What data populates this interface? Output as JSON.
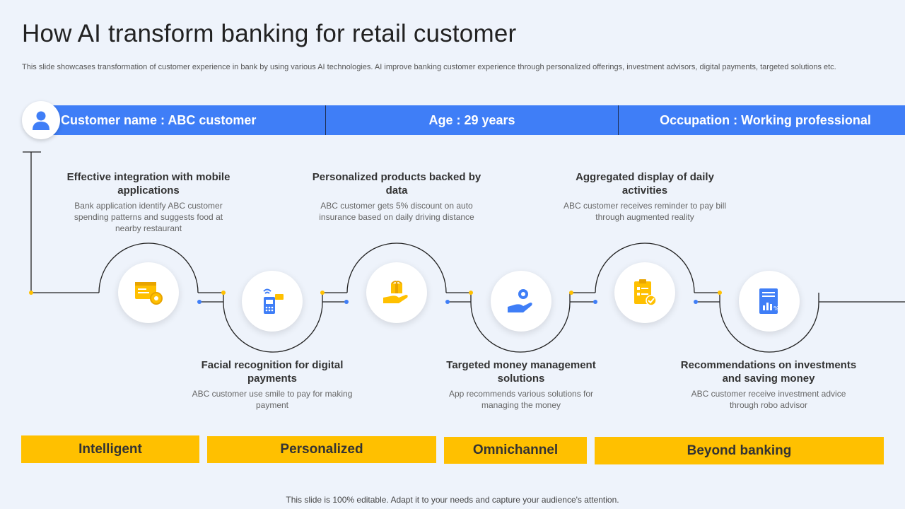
{
  "title": "How AI transform banking for retail customer",
  "subtitle": "This slide showcases transformation of customer experience in bank by using various AI technologies. AI improve banking customer experience through personalized offerings, investment advisors, digital payments, targeted solutions etc.",
  "banner": {
    "name": "Customer name : ABC customer",
    "age": "Age : 29 years",
    "occupation": "Occupation : Working professional"
  },
  "colors": {
    "accent_blue": "#3f7ef7",
    "accent_yellow": "#ffc000",
    "background": "#eef3fb"
  },
  "steps": [
    {
      "icon": "mobile-settings-icon",
      "heading": "Effective integration with mobile applications",
      "description": "Bank application identify ABC customer spending patterns and suggests food at nearby restaurant"
    },
    {
      "icon": "face-payment-icon",
      "heading": "Facial recognition for digital payments",
      "description": "ABC customer use smile to pay for making payment"
    },
    {
      "icon": "hand-box-icon",
      "heading": "Personalized products backed by data",
      "description": "ABC customer gets 5% discount on auto insurance based on daily driving distance"
    },
    {
      "icon": "hand-gear-icon",
      "heading": "Targeted money management solutions",
      "description": "App recommends various solutions for managing the money"
    },
    {
      "icon": "checklist-icon",
      "heading": "Aggregated display of daily activities",
      "description": "ABC customer receives reminder to pay bill through augmented reality"
    },
    {
      "icon": "report-chart-icon",
      "heading": "Recommendations on investments and saving money",
      "description": "ABC customer receive investment advice through robo advisor"
    }
  ],
  "pills": [
    "Intelligent",
    "Personalized",
    "Omnichannel",
    "Beyond banking"
  ],
  "footer": "This slide is 100% editable. Adapt it to your needs and capture your audience's attention."
}
